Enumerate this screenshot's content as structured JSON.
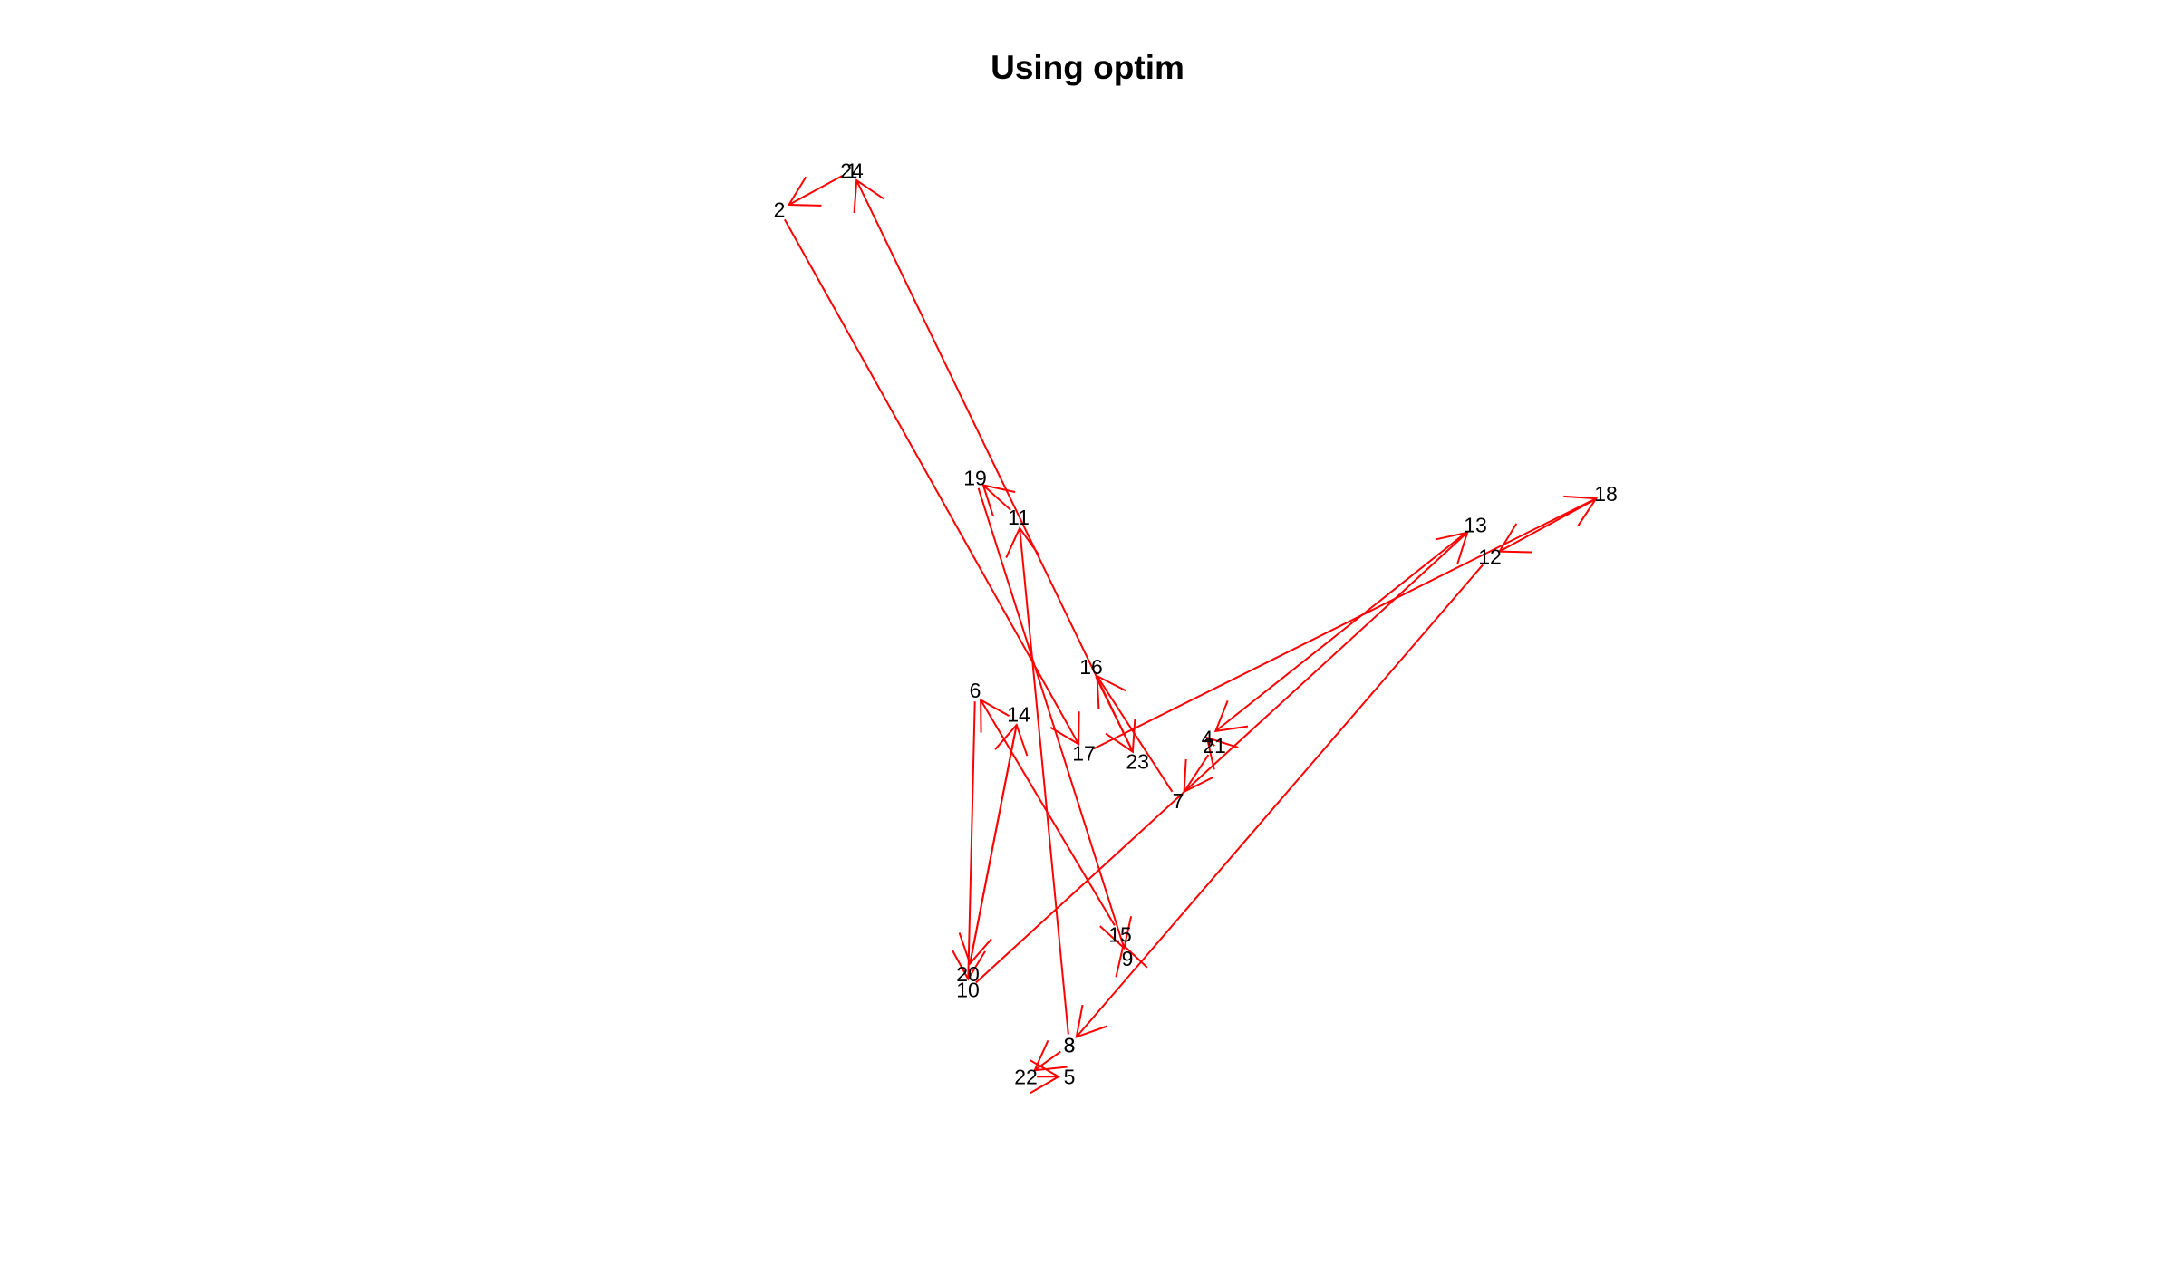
{
  "chart_data": {
    "type": "scatter",
    "title": "Using optim",
    "xlabel": "",
    "ylabel": "",
    "axes_shown": false,
    "xlim": [
      -0.45,
      0.45
    ],
    "ylim": [
      -0.345,
      0.345
    ],
    "arrow_color": "#ff0000",
    "points": [
      {
        "label": "1",
        "x": -0.2,
        "y": 0.3
      },
      {
        "label": "2",
        "x": -0.25,
        "y": 0.275
      },
      {
        "label": "3",
        "x": -0.05,
        "y": -0.255
      },
      {
        "label": "4",
        "x": 0.045,
        "y": -0.06
      },
      {
        "label": "5",
        "x": -0.05,
        "y": -0.275
      },
      {
        "label": "6",
        "x": -0.115,
        "y": -0.03
      },
      {
        "label": "7",
        "x": 0.025,
        "y": -0.1
      },
      {
        "label": "8",
        "x": -0.05,
        "y": -0.255
      },
      {
        "label": "9",
        "x": -0.01,
        "y": -0.2
      },
      {
        "label": "10",
        "x": -0.12,
        "y": -0.22
      },
      {
        "label": "11",
        "x": -0.085,
        "y": 0.08
      },
      {
        "label": "12",
        "x": 0.24,
        "y": 0.055
      },
      {
        "label": "13",
        "x": 0.23,
        "y": 0.075
      },
      {
        "label": "14",
        "x": -0.085,
        "y": -0.045
      },
      {
        "label": "15",
        "x": -0.015,
        "y": -0.185
      },
      {
        "label": "16",
        "x": -0.035,
        "y": -0.015
      },
      {
        "label": "17",
        "x": -0.04,
        "y": -0.07
      },
      {
        "label": "18",
        "x": 0.32,
        "y": 0.095
      },
      {
        "label": "19",
        "x": -0.115,
        "y": 0.105
      },
      {
        "label": "20",
        "x": -0.12,
        "y": -0.21
      },
      {
        "label": "21",
        "x": 0.05,
        "y": -0.065
      },
      {
        "label": "22",
        "x": -0.08,
        "y": -0.275
      },
      {
        "label": "23",
        "x": -0.003,
        "y": -0.075
      },
      {
        "label": "24",
        "x": -0.2,
        "y": 0.3
      }
    ],
    "arrows": [
      [
        "7",
        "16"
      ],
      [
        "16",
        "23"
      ],
      [
        "23",
        "24"
      ],
      [
        "24",
        "2"
      ],
      [
        "2",
        "17"
      ],
      [
        "17",
        "18"
      ],
      [
        "18",
        "12"
      ],
      [
        "12",
        "8"
      ],
      [
        "8",
        "22"
      ],
      [
        "22",
        "5"
      ],
      [
        "3",
        "11"
      ],
      [
        "11",
        "19"
      ],
      [
        "19",
        "9"
      ],
      [
        "9",
        "15"
      ],
      [
        "15",
        "6"
      ],
      [
        "6",
        "10"
      ],
      [
        "10",
        "13"
      ],
      [
        "13",
        "4"
      ],
      [
        "4",
        "21"
      ],
      [
        "21",
        "7"
      ],
      [
        "20",
        "14"
      ],
      [
        "14",
        "20"
      ]
    ]
  }
}
